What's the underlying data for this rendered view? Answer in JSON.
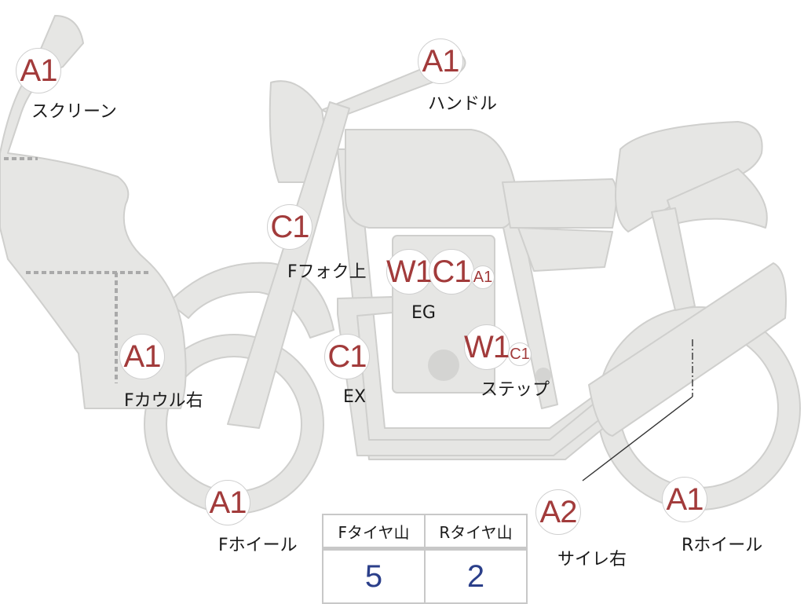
{
  "parts": {
    "screen": {
      "grade": "A1",
      "label": "スクリーン"
    },
    "handle": {
      "grade": "A1",
      "label": "ハンドル"
    },
    "fork_upper": {
      "grade": "C1",
      "label": "Fフォク上"
    },
    "engine": {
      "grades": [
        "W1",
        "C1",
        "A1"
      ],
      "label": "EG"
    },
    "front_cowl_r": {
      "grade": "A1",
      "label": "Fカウル右"
    },
    "exhaust": {
      "grade": "C1",
      "label": "EX"
    },
    "step": {
      "grades": [
        "W1",
        "C1"
      ],
      "label": "ステップ"
    },
    "front_wheel": {
      "grade": "A1",
      "label": "Fホイール"
    },
    "silencer_r": {
      "grade": "A2",
      "label": "サイレ右"
    },
    "rear_wheel": {
      "grade": "A1",
      "label": "Rホイール"
    }
  },
  "tire_table": {
    "front_header": "Fタイヤ山",
    "rear_header": "Rタイヤ山",
    "front_value": "5",
    "rear_value": "2"
  },
  "colors": {
    "body_fill": "#e6e6e4",
    "body_stroke": "#c9c9c7",
    "grade_text": "#a23b3b",
    "value_text": "#2b3f8a"
  }
}
